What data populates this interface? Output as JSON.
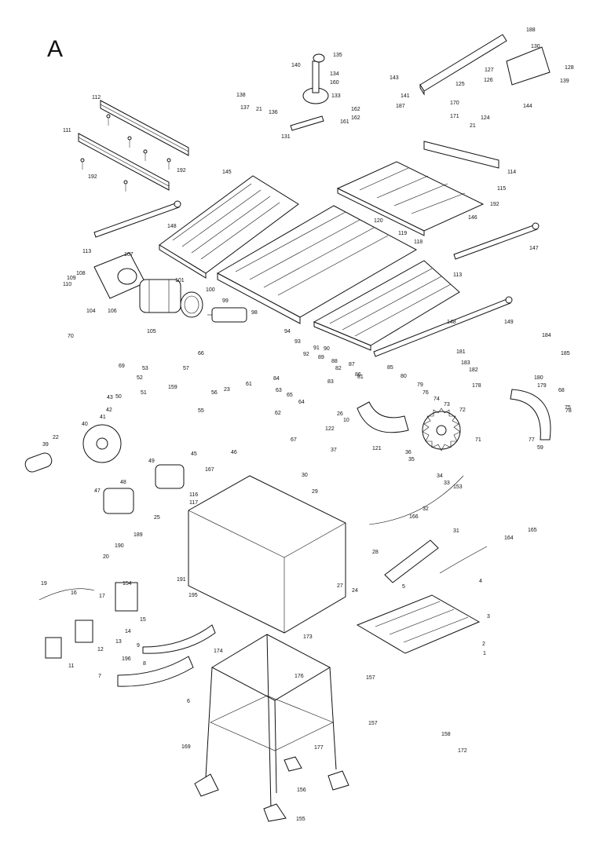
{
  "sheet_letter": "A",
  "callouts": [
    {
      "id": "c112",
      "label": "112"
    },
    {
      "id": "c111",
      "label": "111"
    },
    {
      "id": "c192a",
      "label": "192"
    },
    {
      "id": "c192b",
      "label": "192"
    },
    {
      "id": "c145",
      "label": "145"
    },
    {
      "id": "c148",
      "label": "148"
    },
    {
      "id": "c113a",
      "label": "113"
    },
    {
      "id": "c107",
      "label": "107"
    },
    {
      "id": "c108",
      "label": "108"
    },
    {
      "id": "c109",
      "label": "109"
    },
    {
      "id": "c110",
      "label": "110"
    },
    {
      "id": "c104",
      "label": "104"
    },
    {
      "id": "c106",
      "label": "106"
    },
    {
      "id": "c101",
      "label": "101"
    },
    {
      "id": "c100",
      "label": "100"
    },
    {
      "id": "c99",
      "label": "99"
    },
    {
      "id": "c98",
      "label": "98"
    },
    {
      "id": "c105",
      "label": "105"
    },
    {
      "id": "c138",
      "label": "138"
    },
    {
      "id": "c137",
      "label": "137"
    },
    {
      "id": "c140",
      "label": "140"
    },
    {
      "id": "c135",
      "label": "135"
    },
    {
      "id": "c134",
      "label": "134"
    },
    {
      "id": "c160",
      "label": "160"
    },
    {
      "id": "c133",
      "label": "133"
    },
    {
      "id": "c136",
      "label": "136"
    },
    {
      "id": "c21a",
      "label": "21"
    },
    {
      "id": "c162a",
      "label": "162"
    },
    {
      "id": "c162b",
      "label": "162"
    },
    {
      "id": "c161",
      "label": "161"
    },
    {
      "id": "c131",
      "label": "131"
    },
    {
      "id": "c188",
      "label": "188"
    },
    {
      "id": "c130",
      "label": "130"
    },
    {
      "id": "c128",
      "label": "128"
    },
    {
      "id": "c143",
      "label": "143"
    },
    {
      "id": "c127",
      "label": "127"
    },
    {
      "id": "c126",
      "label": "126"
    },
    {
      "id": "c139",
      "label": "139"
    },
    {
      "id": "c141",
      "label": "141"
    },
    {
      "id": "c187",
      "label": "187"
    },
    {
      "id": "c125",
      "label": "125"
    },
    {
      "id": "c144",
      "label": "144"
    },
    {
      "id": "c170",
      "label": "170"
    },
    {
      "id": "c171",
      "label": "171"
    },
    {
      "id": "c124",
      "label": "124"
    },
    {
      "id": "c21b",
      "label": "21"
    },
    {
      "id": "c114",
      "label": "114"
    },
    {
      "id": "c115",
      "label": "115"
    },
    {
      "id": "c192c",
      "label": "192"
    },
    {
      "id": "c146",
      "label": "146"
    },
    {
      "id": "c119",
      "label": "119"
    },
    {
      "id": "c120",
      "label": "120"
    },
    {
      "id": "c118",
      "label": "118"
    },
    {
      "id": "c147",
      "label": "147"
    },
    {
      "id": "c113b",
      "label": "113"
    },
    {
      "id": "c149",
      "label": "149"
    },
    {
      "id": "c148b",
      "label": "148"
    },
    {
      "id": "c181",
      "label": "181"
    },
    {
      "id": "c182",
      "label": "182"
    },
    {
      "id": "c184",
      "label": "184"
    },
    {
      "id": "c185",
      "label": "185"
    },
    {
      "id": "c183",
      "label": "183"
    },
    {
      "id": "c180",
      "label": "180"
    },
    {
      "id": "c179",
      "label": "179"
    },
    {
      "id": "c178",
      "label": "178"
    },
    {
      "id": "c68",
      "label": "68"
    },
    {
      "id": "c75",
      "label": "75"
    },
    {
      "id": "c77",
      "label": "77"
    },
    {
      "id": "c59",
      "label": "59"
    },
    {
      "id": "c70",
      "label": "70"
    },
    {
      "id": "c69",
      "label": "69"
    },
    {
      "id": "c53",
      "label": "53"
    },
    {
      "id": "c57",
      "label": "57"
    },
    {
      "id": "c52",
      "label": "52"
    },
    {
      "id": "c51",
      "label": "51"
    },
    {
      "id": "c50",
      "label": "50"
    },
    {
      "id": "c43",
      "label": "43"
    },
    {
      "id": "c42",
      "label": "42"
    },
    {
      "id": "c41",
      "label": "41"
    },
    {
      "id": "c40",
      "label": "40"
    },
    {
      "id": "c39",
      "label": "39"
    },
    {
      "id": "c22",
      "label": "22"
    },
    {
      "id": "c49",
      "label": "49"
    },
    {
      "id": "c48",
      "label": "48"
    },
    {
      "id": "c47",
      "label": "47"
    },
    {
      "id": "c46",
      "label": "46"
    },
    {
      "id": "c45",
      "label": "45"
    },
    {
      "id": "c55",
      "label": "55"
    },
    {
      "id": "c56",
      "label": "56"
    },
    {
      "id": "c61",
      "label": "61"
    },
    {
      "id": "c66",
      "label": "66"
    },
    {
      "id": "c67",
      "label": "67"
    },
    {
      "id": "c64",
      "label": "64"
    },
    {
      "id": "c63",
      "label": "63"
    },
    {
      "id": "c62",
      "label": "62"
    },
    {
      "id": "c65",
      "label": "65"
    },
    {
      "id": "c94",
      "label": "94"
    },
    {
      "id": "c93",
      "label": "93"
    },
    {
      "id": "c92",
      "label": "92"
    },
    {
      "id": "c91",
      "label": "91"
    },
    {
      "id": "c90",
      "label": "90"
    },
    {
      "id": "c89",
      "label": "89"
    },
    {
      "id": "c88",
      "label": "88"
    },
    {
      "id": "c87",
      "label": "87"
    },
    {
      "id": "c86",
      "label": "86"
    },
    {
      "id": "c85",
      "label": "85"
    },
    {
      "id": "c84",
      "label": "84"
    },
    {
      "id": "c83",
      "label": "83"
    },
    {
      "id": "c82",
      "label": "82"
    },
    {
      "id": "c81",
      "label": "81"
    },
    {
      "id": "c80",
      "label": "80"
    },
    {
      "id": "c79",
      "label": "79"
    },
    {
      "id": "c76",
      "label": "76"
    },
    {
      "id": "c74",
      "label": "74"
    },
    {
      "id": "c73",
      "label": "73"
    },
    {
      "id": "c72",
      "label": "72"
    },
    {
      "id": "c71",
      "label": "71"
    },
    {
      "id": "c26",
      "label": "26"
    },
    {
      "id": "c10",
      "label": "10"
    },
    {
      "id": "c37",
      "label": "37"
    },
    {
      "id": "c36",
      "label": "36"
    },
    {
      "id": "c35",
      "label": "35"
    },
    {
      "id": "c34",
      "label": "34"
    },
    {
      "id": "c33",
      "label": "33"
    },
    {
      "id": "c32",
      "label": "32"
    },
    {
      "id": "c31",
      "label": "31"
    },
    {
      "id": "c153",
      "label": "153"
    },
    {
      "id": "c166",
      "label": "166"
    },
    {
      "id": "c164",
      "label": "164"
    },
    {
      "id": "c165",
      "label": "165"
    },
    {
      "id": "c121",
      "label": "121"
    },
    {
      "id": "c122",
      "label": "122"
    },
    {
      "id": "c30",
      "label": "30"
    },
    {
      "id": "c29",
      "label": "29"
    },
    {
      "id": "c28",
      "label": "28"
    },
    {
      "id": "c27",
      "label": "27"
    },
    {
      "id": "c25",
      "label": "25"
    },
    {
      "id": "c24",
      "label": "24"
    },
    {
      "id": "c5",
      "label": "5"
    },
    {
      "id": "c4",
      "label": "4"
    },
    {
      "id": "c3",
      "label": "3"
    },
    {
      "id": "c2",
      "label": "2"
    },
    {
      "id": "c1",
      "label": "1"
    },
    {
      "id": "c189",
      "label": "189"
    },
    {
      "id": "c190",
      "label": "190"
    },
    {
      "id": "c20",
      "label": "20"
    },
    {
      "id": "c191",
      "label": "191"
    },
    {
      "id": "c154",
      "label": "154"
    },
    {
      "id": "c19",
      "label": "19"
    },
    {
      "id": "c17",
      "label": "17"
    },
    {
      "id": "c16",
      "label": "16"
    },
    {
      "id": "c15",
      "label": "15"
    },
    {
      "id": "c14",
      "label": "14"
    },
    {
      "id": "c13",
      "label": "13"
    },
    {
      "id": "c12",
      "label": "12"
    },
    {
      "id": "c11",
      "label": "11"
    },
    {
      "id": "c9",
      "label": "9"
    },
    {
      "id": "c8",
      "label": "8"
    },
    {
      "id": "c7",
      "label": "7"
    },
    {
      "id": "c6",
      "label": "6"
    },
    {
      "id": "c173",
      "label": "173"
    },
    {
      "id": "c174",
      "label": "174"
    },
    {
      "id": "c176",
      "label": "176"
    },
    {
      "id": "c177",
      "label": "177"
    },
    {
      "id": "c169",
      "label": "169"
    },
    {
      "id": "c156",
      "label": "156"
    },
    {
      "id": "c155",
      "label": "155"
    },
    {
      "id": "c157a",
      "label": "157"
    },
    {
      "id": "c157b",
      "label": "157"
    },
    {
      "id": "c158",
      "label": "158"
    },
    {
      "id": "c172",
      "label": "172"
    },
    {
      "id": "c116",
      "label": "116"
    },
    {
      "id": "c117",
      "label": "117"
    },
    {
      "id": "c78",
      "label": "78"
    },
    {
      "id": "c167",
      "label": "167"
    },
    {
      "id": "c159",
      "label": "159"
    },
    {
      "id": "c195",
      "label": "195"
    },
    {
      "id": "c196",
      "label": "196"
    },
    {
      "id": "c23",
      "label": "23"
    }
  ]
}
